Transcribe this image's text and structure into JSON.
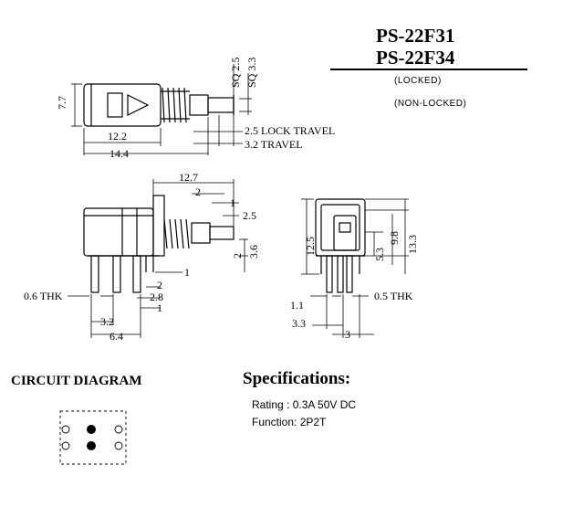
{
  "header": {
    "model_locked": "PS-22F31",
    "model_nonlocked": "PS-22F34",
    "locked_label": "(LOCKED)",
    "nonlocked_label": "(NON-LOCKED)"
  },
  "top_view": {
    "height": "7.7",
    "sq_small": "SQ 2.5",
    "sq_large": "SQ 3.3",
    "width_inner": "12.2",
    "width_outer": "14.4",
    "lock_travel": "2.5 LOCK TRAVEL",
    "travel": "3.2 TRAVEL"
  },
  "side_view": {
    "dim_12_7": "12.7",
    "dim_2_top": "2",
    "dim_1_top": "1",
    "dim_2_5": "2.5",
    "dim_2_right": "2",
    "dim_3_6": "3.6",
    "dim_1_mid": "1",
    "dim_2_mid": "2",
    "dim_2_8": "2.8",
    "dim_1_bot": "1",
    "thk": "0.6 THK",
    "dim_3_2": "3.2",
    "dim_6_4": "6.4"
  },
  "front_view": {
    "dim_12_5": "12.5",
    "dim_5_3": "5.3",
    "dim_9_8": "9.8",
    "dim_13_3": "13.3",
    "dim_1_1": "1.1",
    "thk": "0.5 THK",
    "dim_3_3": "3.3",
    "dim_3": "3"
  },
  "circuit": {
    "title": "CIRCUIT DIAGRAM"
  },
  "specs": {
    "title": "Specifications:",
    "rating": "Rating : 0.3A 50V DC",
    "function": "Function: 2P2T"
  }
}
